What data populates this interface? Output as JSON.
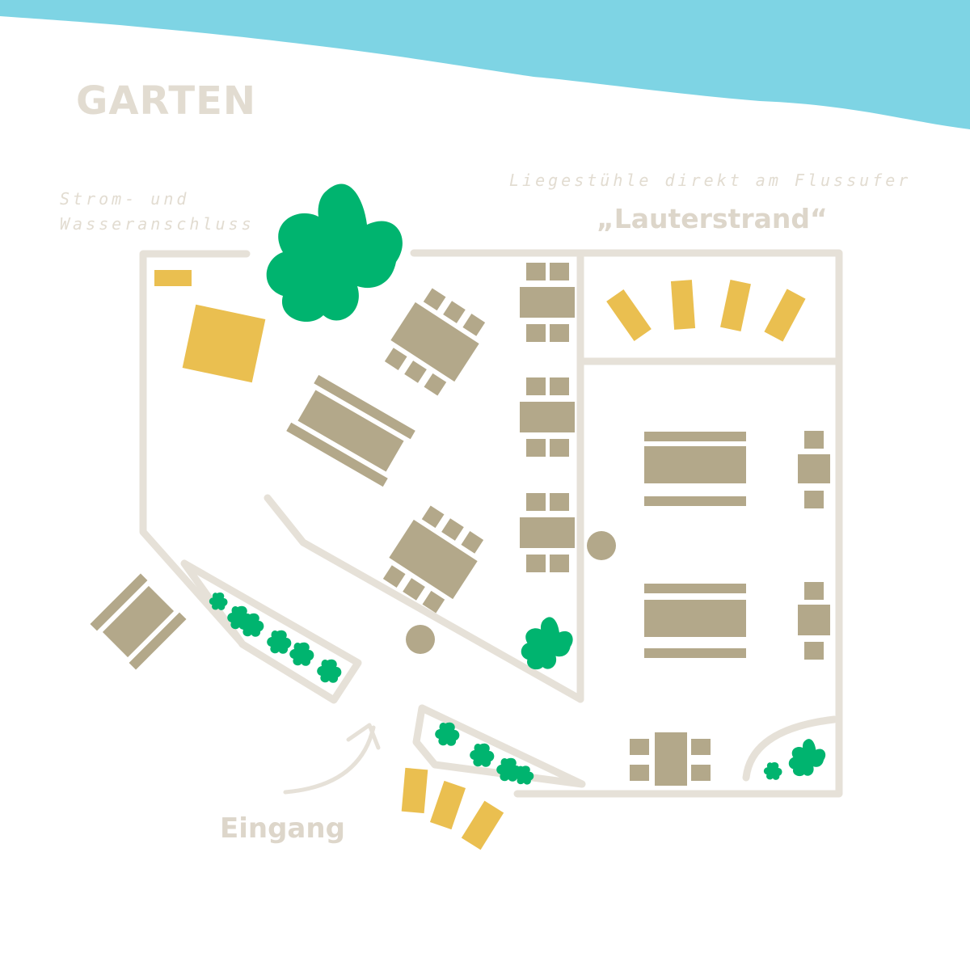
{
  "map": {
    "title": "GARTEN",
    "notes": {
      "strom_line1": "Strom- und",
      "strom_line2": "Wasseranschluss",
      "liegestuehle": "Liegestühle direkt am Flussufer"
    },
    "place_names": {
      "strand": "„Lauterstrand“",
      "eingang": "Eingang"
    }
  },
  "colors": {
    "river": "#7ed4e4",
    "wall": "#e6e1d8",
    "furniture": "#b3a88a",
    "deck_chair": "#eabf50",
    "plant": "#00b46f",
    "label": "#ddd6ca"
  },
  "legend_icons": [
    "river-icon",
    "tree-icon",
    "bush-icon",
    "bench-table-icon",
    "table-with-chairs-icon",
    "round-table-icon",
    "deck-chair-icon",
    "lounge-square-icon"
  ]
}
